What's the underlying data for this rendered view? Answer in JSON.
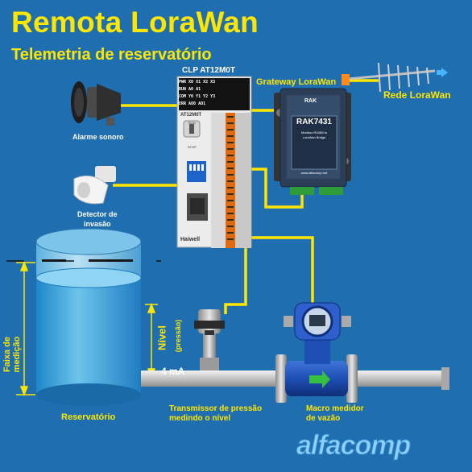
{
  "title": "Remota LoraWan",
  "subtitle": "Telemetria de reservatório",
  "clp": {
    "label": "CLP AT12M0T",
    "model": "AT12M0T",
    "brand": "Haiwell",
    "switch_top": "RUN",
    "switch_bottom": "STOP",
    "status_leds": [
      "PWR",
      "RUN",
      "COM",
      "ERR"
    ],
    "io_row1": [
      "X0",
      "X1",
      "X2",
      "X3"
    ],
    "io_row2": [
      "A0",
      "A1"
    ],
    "io_row3": [
      "Y0",
      "Y1",
      "Y2",
      "Y3"
    ],
    "io_row4": [
      "AO0",
      "AO1"
    ]
  },
  "gateway": {
    "label": "Grateway LoraWan",
    "brand": "RAK",
    "model": "RAK7431",
    "desc1": "Modbus RS485 to",
    "desc2": "LoraWan   Bridge",
    "url": "www.alfacomp.net"
  },
  "network_label": "Rede LoraWan",
  "alarm_label": "Alarme sonoro",
  "detector_label_1": "Detector de",
  "detector_label_2": "invasão",
  "range_label": "Faixa de medição",
  "level_label": "Nível",
  "pressure_label": "(pressão)",
  "signal_label": "4 mA",
  "reservoir_label": "Reservatório",
  "transmitter_label_1": "Transmissor de pressão",
  "transmitter_label_2": "medindo o nível",
  "flowmeter_label_1": "Macro medidor",
  "flowmeter_label_2": "de vazão",
  "logo": "alfacomp",
  "colors": {
    "background": "#1f6fb0",
    "accent": "#ffe600",
    "water": "#2aa3d8",
    "flowmeter": "#1d4fb5"
  }
}
